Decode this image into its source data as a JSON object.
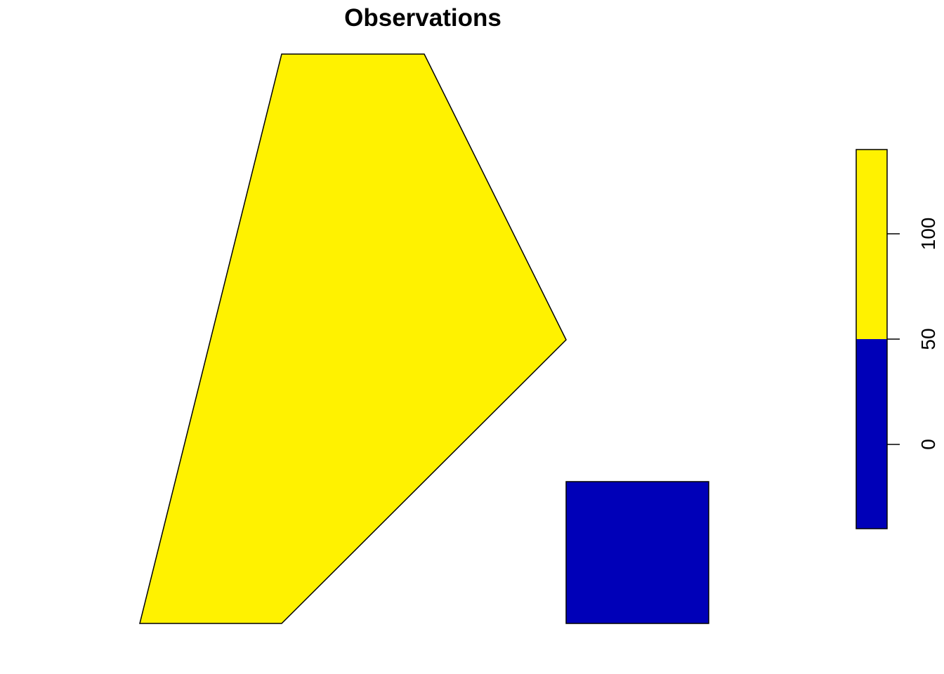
{
  "chart_data": {
    "type": "choropleth",
    "title": "Observations",
    "palette": {
      "low": "#0000b8",
      "high": "#fff200",
      "outline": "#000000"
    },
    "regions": [
      {
        "name": "",
        "value": 100,
        "color": "#fff200",
        "shape": "polygon"
      },
      {
        "name": "",
        "value": 0,
        "color": "#0000b8",
        "shape": "square"
      }
    ],
    "legend": {
      "placement": "right",
      "orientation": "vertical",
      "range": [
        -40,
        140
      ],
      "breaks": [
        -40,
        50,
        140
      ],
      "colors": [
        "#0000b8",
        "#fff200"
      ],
      "ticks": [
        0,
        50,
        100
      ],
      "tick_labels": [
        "0",
        "50",
        "100"
      ]
    }
  }
}
